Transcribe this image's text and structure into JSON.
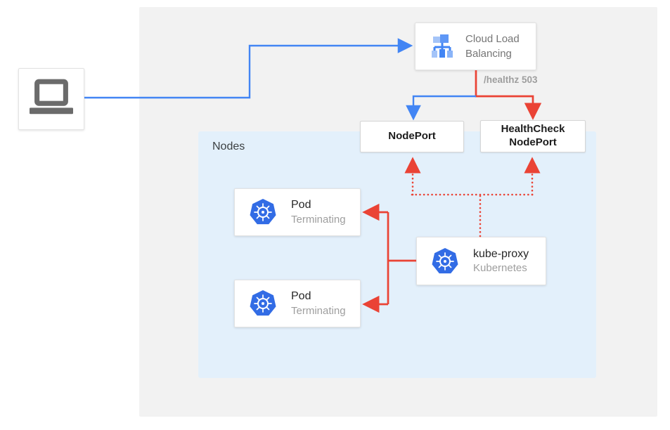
{
  "labels": {
    "nodes_panel": "Nodes",
    "healthz": "/healthz 503"
  },
  "cloud_load_balancing": {
    "title": "Cloud Load Balancing"
  },
  "nodeport": {
    "label": "NodePort"
  },
  "healthcheck_nodeport": {
    "label": "HealthCheck NodePort"
  },
  "pods": [
    {
      "title": "Pod",
      "subtitle": "Terminating"
    },
    {
      "title": "Pod",
      "subtitle": "Terminating"
    }
  ],
  "kube_proxy": {
    "title": "kube-proxy",
    "subtitle": "Kubernetes"
  },
  "icons": {
    "client": "laptop-icon",
    "load_balancer": "load-balancer-icon",
    "kubernetes": "kubernetes-icon"
  },
  "colors": {
    "blue_line": "#4285f4",
    "red_line": "#ea4335",
    "panel_gray": "#f2f2f2",
    "panel_blue": "#e3f0fb",
    "kubernetes_blue": "#326ce5",
    "lb_icon_blue": "#4285f4",
    "lb_icon_light_blue": "#a4c4f8",
    "lb_icon_medium_blue": "#5e97f6",
    "laptop_gray": "#6b6b6b",
    "text_dark": "#272727",
    "text_gray": "#757575",
    "text_light_gray": "#9e9e9e"
  }
}
